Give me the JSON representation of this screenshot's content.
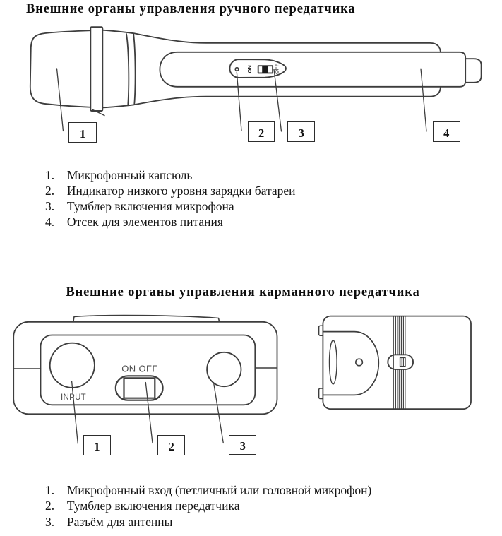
{
  "page": {
    "background": "#ffffff",
    "line_art_color": "#3d3d3d",
    "text_color": "#151515"
  },
  "section1": {
    "heading": "Внешние органы управления ручного передатчика",
    "figure": {
      "name": "handheld transmitter drawing",
      "labels": {
        "on": "ON",
        "off": "OFF"
      },
      "callouts": [
        "1",
        "2",
        "3",
        "4"
      ]
    },
    "items": [
      {
        "num": "1.",
        "text": "Микрофонный капсюль"
      },
      {
        "num": "2.",
        "text": "Индикатор низкого уровня зарядки батареи"
      },
      {
        "num": "3.",
        "text": "Тумблер включения микрофона"
      },
      {
        "num": "4.",
        "text": "Отсек для элементов питания"
      }
    ]
  },
  "section2": {
    "heading": "Внешние органы управления карманного передатчика",
    "figure": {
      "name": "bodypack transmitter drawing",
      "labels": {
        "input": "INPUT",
        "on_off": "ON OFF"
      },
      "callouts": [
        "1",
        "2",
        "3"
      ]
    },
    "items": [
      {
        "num": "1.",
        "text": "Микрофонный вход (петличный или головной микрофон)"
      },
      {
        "num": "2.",
        "text": "Тумблер включения передатчика"
      },
      {
        "num": "3.",
        "text": "Разъём для антенны"
      }
    ]
  }
}
